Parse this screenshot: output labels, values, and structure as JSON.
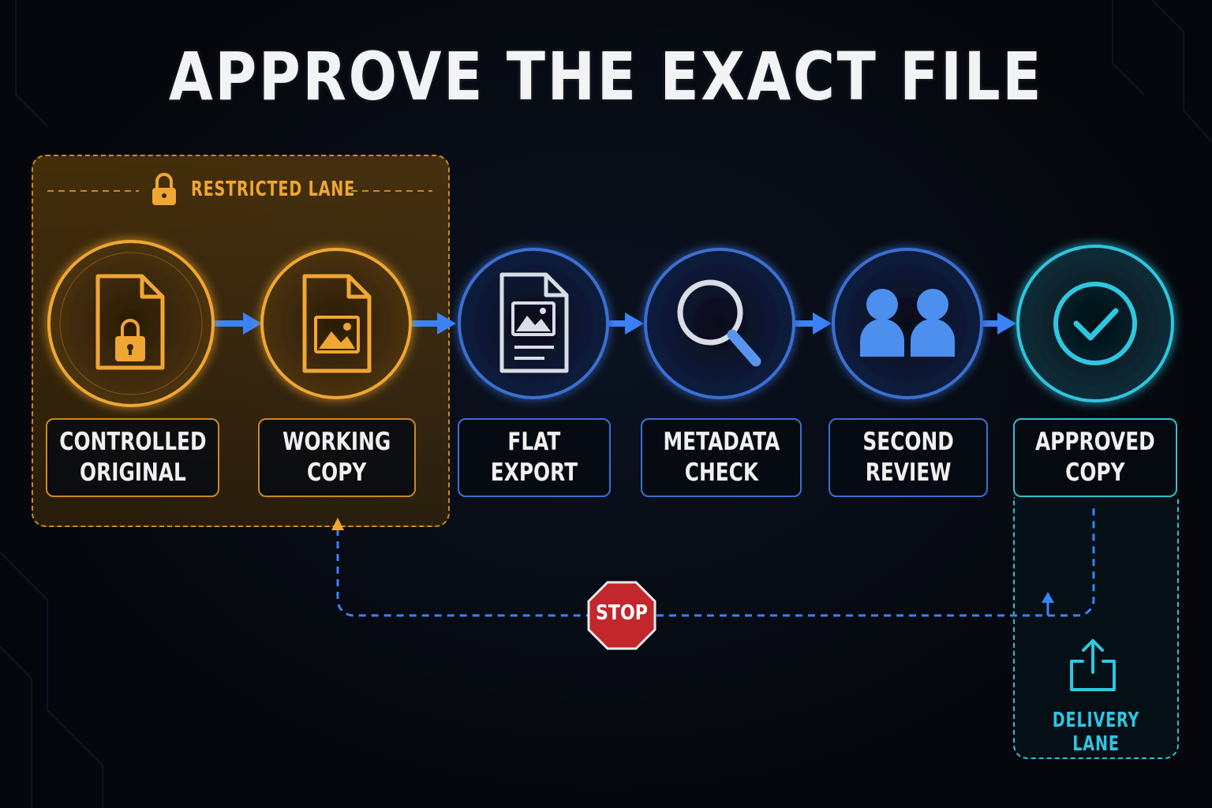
{
  "title": "APPROVE THE EXACT FILE",
  "lanes": {
    "restricted": "RESTRICTED LANE",
    "delivery": "DELIVERY LANE"
  },
  "steps": [
    {
      "label": "CONTROLLED\nORIGINAL",
      "icon": "locked-document-icon",
      "color": "#f0a632"
    },
    {
      "label": "WORKING\nCOPY",
      "icon": "image-document-icon",
      "color": "#f0a632"
    },
    {
      "label": "FLAT\nEXPORT",
      "icon": "flat-document-icon",
      "color": "#6f9bff"
    },
    {
      "label": "METADATA\nCHECK",
      "icon": "magnifier-icon",
      "color": "#6f9bff"
    },
    {
      "label": "SECOND\nREVIEW",
      "icon": "two-people-icon",
      "color": "#6f9bff"
    },
    {
      "label": "APPROVED\nCOPY",
      "icon": "checkmark-icon",
      "color": "#2fc6e0"
    }
  ],
  "stop_sign": "STOP",
  "colors": {
    "amber": "#f0a632",
    "blue": "#3b82f6",
    "cyan": "#2fc6e0",
    "stop_red": "#c1272d"
  }
}
